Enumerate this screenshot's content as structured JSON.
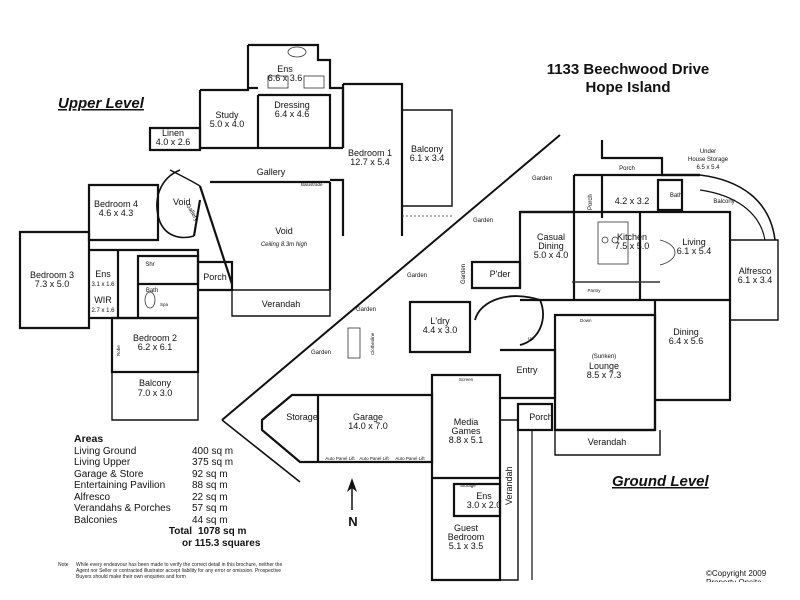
{
  "headings": {
    "upper": "Upper Level",
    "ground": "Ground Level",
    "address_line1": "1133 Beechwood Drive",
    "address_line2": "Hope Island"
  },
  "upper_rooms": {
    "ens_name": "Ens",
    "ens_dim": "6.6 x 3.6",
    "dressing_name": "Dressing",
    "dressing_dim": "6.4 x 4.6",
    "study_name": "Study",
    "study_dim": "5.0 x 4.0",
    "linen_name": "Linen",
    "linen_dim": "4.0 x 2.6",
    "bedroom1_name": "Bedroom 1",
    "bedroom1_dim": "12.7 x 5.4",
    "balcony1_name": "Balcony",
    "balcony1_dim": "6.1 x 3.4",
    "gallery": "Gallery",
    "gallery_side": "Gallery",
    "void_small": "Void",
    "void_big": "Void",
    "void_ceiling": "Ceiling 8.3m high",
    "bedroom4_name": "Bedroom 4",
    "bedroom4_dim": "4.6 x 4.3",
    "bedroom3_name": "Bedroom 3",
    "bedroom3_dim": "7.3 x 5.0",
    "ens_small_name": "Ens",
    "ens_small_dim": "3.1 x 1.6",
    "wir_name": "WIR",
    "wir_dim": "2.7 x 1.6",
    "shr": "Shr",
    "bath": "Bath",
    "spa": "Spa",
    "porch": "Porch",
    "verandah": "Verandah",
    "bedroom2_name": "Bedroom 2",
    "bedroom2_dim": "6.2 x 6.1",
    "balcony2_name": "Balcony",
    "balcony2_dim": "7.0 x 3.0",
    "robe": "Robe",
    "balustrade": "Balustrade"
  },
  "ground_rooms": {
    "gardens": [
      "Garden",
      "Garden",
      "Garden",
      "Garden",
      "Garden",
      "Garden"
    ],
    "porch_top": "Porch",
    "porch_side": "Porch",
    "under_storage_name": "Under",
    "under_storage_line2": "House Storage",
    "under_storage_dim": "6.5 x 5.4",
    "room_42_dim": "4.2 x 3.2",
    "bath": "Bath",
    "balcony": "Balcony",
    "casual_name": "Casual",
    "casual_line2": "Dining",
    "casual_dim": "5.0 x 4.0",
    "kitchen_name": "Kitchen",
    "kitchen_dim": "7.5 x 5.0",
    "living_name": "Living",
    "living_dim": "6.1 x 5.4",
    "alfresco_name": "Alfresco",
    "alfresco_dim": "6.1 x 3.4",
    "pder": "P'der",
    "ldry_name": "L'dry",
    "ldry_dim": "4.4 x 3.0",
    "pantry": "Pantry",
    "dining_name": "Dining",
    "dining_dim": "6.4 x 5.6",
    "sunken": "(Sunken)",
    "lounge_name": "Lounge",
    "lounge_dim": "8.5 x 7.3",
    "entry": "Entry",
    "screen": "Screen",
    "up_label": "Up",
    "down_label": "Down",
    "storage": "Storage",
    "garage_name": "Garage",
    "garage_dim": "14.0 x 7.0",
    "media_name": "Media",
    "media_line2": "Games",
    "media_dim": "8.8 x 5.1",
    "porch_entry": "Porch",
    "verandah": "Verandah",
    "verandah_side": "Verandah",
    "storage_small": "Storage",
    "ens_name": "Ens",
    "ens_dim": "3.0 x 2.0",
    "guest_name": "Guest",
    "guest_line2": "Bedroom",
    "guest_dim": "5.1 x 3.5",
    "auto_panel_lift": "Auto Panel Lift",
    "clothesline": "Clothesline",
    "north": "N"
  },
  "areas": {
    "title": "Areas",
    "rows": [
      {
        "label": "Living Ground",
        "value": "400 sq m"
      },
      {
        "label": "Living Upper",
        "value": "375 sq m"
      },
      {
        "label": "Garage & Store",
        "value": "92 sq m"
      },
      {
        "label": "Entertaining Pavilion",
        "value": "88 sq m"
      },
      {
        "label": "Alfresco",
        "value": "22 sq m"
      },
      {
        "label": "Verandahs & Porches",
        "value": "57 sq m"
      },
      {
        "label": "Balconies",
        "value": "44 sq m"
      }
    ],
    "total_label": "Total",
    "total_value": "1078 sq m",
    "total_squares": "or 115.3 squares"
  },
  "note": {
    "label": "Note",
    "text": "While every endeavour has been made to verify the correct detail in this brochure, neither the Agent nor Seller or contracted illustrator accept liability for any error or omission. Prospective Buyers should make their own enquiries and form"
  },
  "copyright": {
    "line1": "©Copyright 2009",
    "line2": "Property Onsite"
  }
}
